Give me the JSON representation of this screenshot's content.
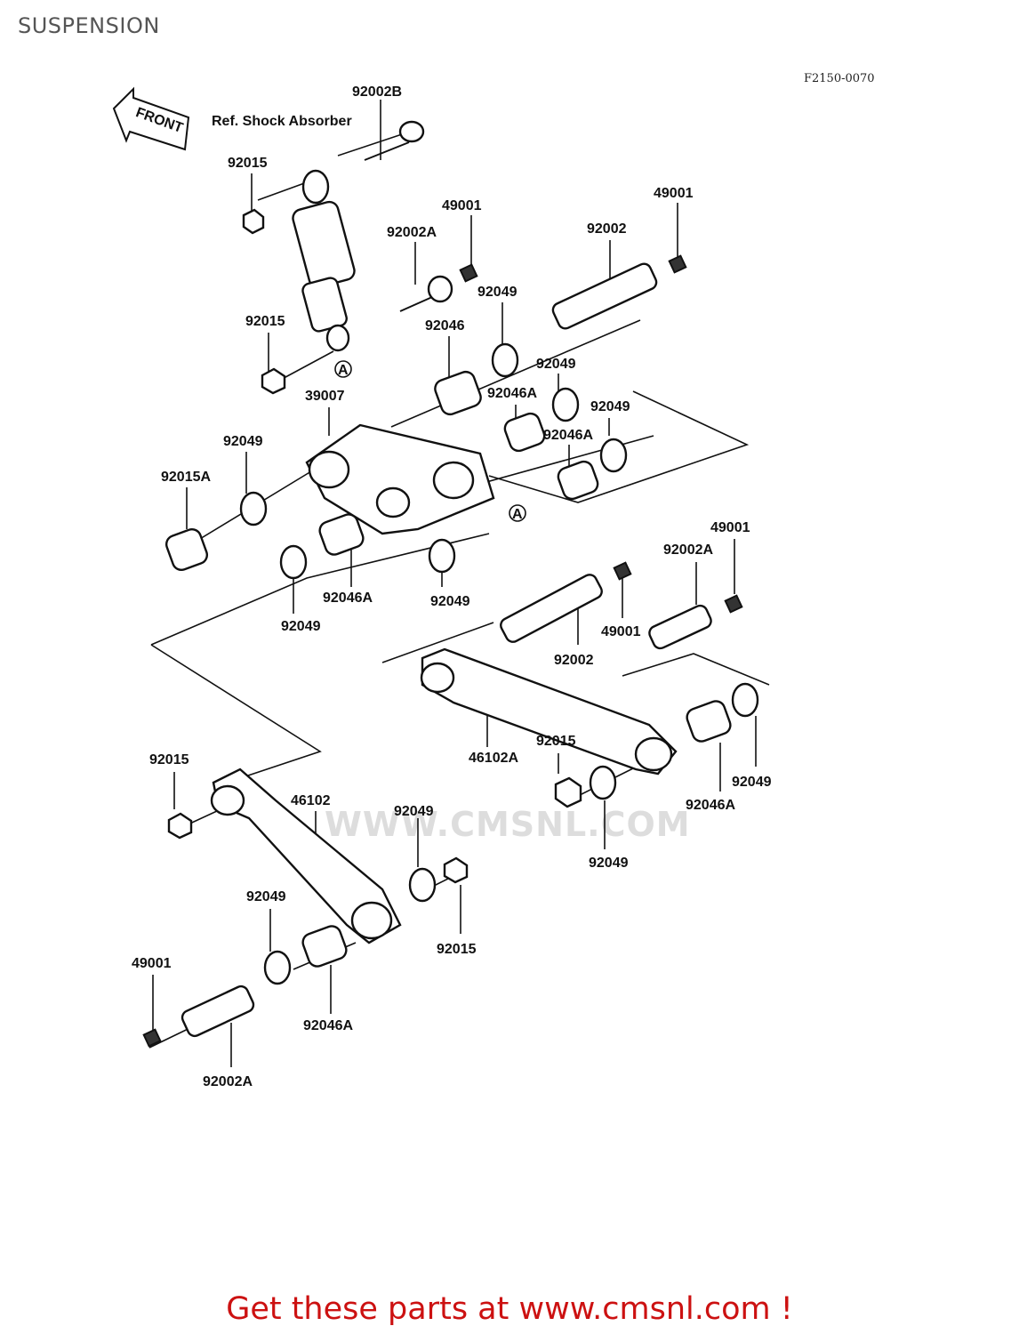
{
  "page": {
    "title": "SUSPENSION",
    "diagram_code": "F2150-0070",
    "footer": "Get these parts at www.cmsnl.com !",
    "watermark": "WWW.CMSNL.COM"
  },
  "annotations": {
    "front_arrow": "FRONT",
    "ref_shock": "Ref. Shock Absorber",
    "marker": "A"
  },
  "parts": [
    "92002B",
    "92015",
    "49001",
    "92002A",
    "92002",
    "49001",
    "92049",
    "92015",
    "92046",
    "92049",
    "92046A",
    "92049",
    "92046A",
    "39007",
    "92049",
    "92015A",
    "92046A",
    "92049",
    "92049",
    "49001",
    "92002A",
    "49001",
    "92002",
    "46102A",
    "92015",
    "92049",
    "92046A",
    "92049",
    "92015",
    "46102",
    "92049",
    "92049",
    "92015",
    "49001",
    "92046A",
    "92002A"
  ]
}
